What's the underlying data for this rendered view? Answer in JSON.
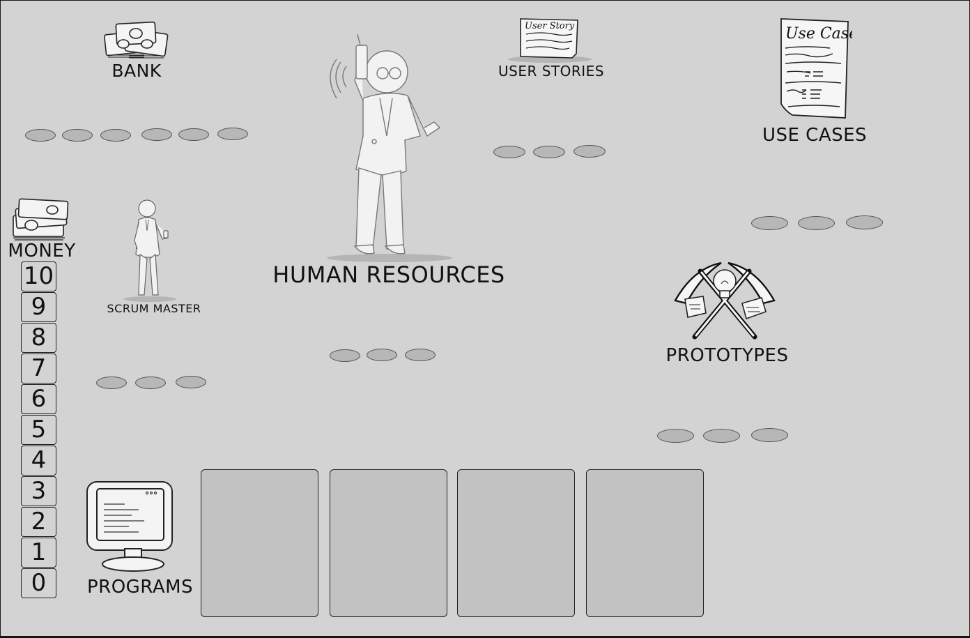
{
  "board": {
    "background": "#d3d3d3",
    "border": "#1a1a1a"
  },
  "labels": {
    "bank": "BANK",
    "money": "MONEY",
    "scrum_master": "SCRUM MASTER",
    "human_resources": "HUMAN RESOURCES",
    "user_stories": "USER STORIES",
    "use_cases": "USE CASES",
    "prototypes": "PROTOTYPES",
    "programs": "PROGRAMS"
  },
  "card_texts": {
    "user_story": "User Story",
    "use_case": "Use Case"
  },
  "money_track": [
    "10",
    "9",
    "8",
    "7",
    "6",
    "5",
    "4",
    "3",
    "2",
    "1",
    "0"
  ],
  "icons": [
    "money-stack-icon",
    "phone-man-icon",
    "user-story-card-icon",
    "use-case-document-icon",
    "scrum-master-figure-icon",
    "crossed-pickaxes-lightbulb-icon",
    "computer-monitor-icon"
  ],
  "slot_counts": {
    "bank": 6,
    "user_stories": 3,
    "use_cases": 3,
    "scrum_master": 3,
    "human_resources": 3,
    "prototypes": 3
  },
  "program_cards": 4
}
